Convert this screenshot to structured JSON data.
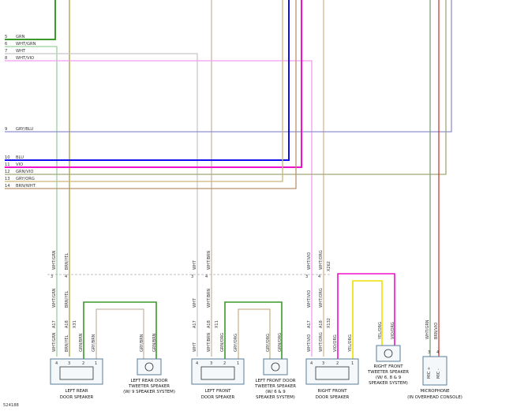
{
  "diagram_id": "524188",
  "rows": [
    {
      "num": "5",
      "label": "GRN",
      "color": "#2e8b2e"
    },
    {
      "num": "6",
      "label": "WHT/GRN",
      "color": "#8fc48f"
    },
    {
      "num": "7",
      "label": "WHT",
      "color": "#bdbdbd"
    },
    {
      "num": "8",
      "label": "WHT/VIO",
      "color": "#ee82ee"
    },
    {
      "num": "9",
      "label": "GRY/BLU",
      "color": "#8a86c9"
    },
    {
      "num": "10",
      "label": "BLU",
      "color": "#1a1aff"
    },
    {
      "num": "11",
      "label": "VIO",
      "color": "#ff1adf"
    },
    {
      "num": "12",
      "label": "GRN/VIO",
      "color": "#9aa06a"
    },
    {
      "num": "13",
      "label": "GRY/ORG",
      "color": "#c8a866"
    },
    {
      "num": "14",
      "label": "BRN/WHT",
      "color": "#b09070"
    }
  ],
  "top_wires": [
    {
      "num": "5",
      "label": "GRN"
    }
  ],
  "components": [
    {
      "id": "left-rear-door-speaker",
      "line1": "LEFT REAR",
      "line2": "DOOR SPEAKER",
      "pins": [
        "4",
        "3",
        "2",
        "1"
      ],
      "wires_upper": [
        "WHT/GRN",
        "BRN/YEL"
      ],
      "wires_lower": [
        "WHT/GRN",
        "BRN/YEL",
        "GRN/BRN",
        "GRY/BRN"
      ],
      "conn_upper": [
        "3",
        "4"
      ],
      "splices": [
        "A17",
        "A18"
      ],
      "upper_ids": [
        "",
        ""
      ],
      "lower_ids": [
        "",
        "",
        "X31",
        ""
      ]
    },
    {
      "id": "left-rear-door-tweeter",
      "line1": "LEFT REAR DOOR",
      "line2": "TWEETER SPEAKER",
      "line3": "(W/ 9 SPEAKER SYSTEM)",
      "wires": [
        "GRY/BRN",
        "GRN/BRN"
      ]
    },
    {
      "id": "left-front-door-speaker",
      "line1": "LEFT FRONT",
      "line2": "DOOR SPEAKER",
      "pins": [
        "4",
        "3",
        "2",
        "1"
      ],
      "wires_upper": [
        "WHT",
        "WHT/BRN"
      ],
      "wires_lower": [
        "WHT",
        "WHT/BRN",
        "GRN/ORG",
        "GRY/ORG"
      ],
      "conn_upper": [
        "3",
        "4"
      ],
      "splices": [
        "A17",
        "A18"
      ],
      "lower_ids": [
        "",
        "",
        "X11",
        ""
      ]
    },
    {
      "id": "left-front-door-tweeter",
      "line1": "LEFT FRONT DOOR",
      "line2": "TWEETER SPEAKER",
      "line3": "(W/ 6 & 9",
      "line4": "SPEAKER SYSTEM)",
      "wires": [
        "GRY/ORG",
        "GRN/ORG"
      ]
    },
    {
      "id": "right-front-door-speaker",
      "line1": "RIGHT FRONT",
      "line2": "DOOR SPEAKER",
      "pins": [
        "4",
        "3",
        "2",
        "1"
      ],
      "wires_upper": [
        "WHT/VIO",
        "WHT/ORG"
      ],
      "wires_lower": [
        "WHT/VIO",
        "WHT/ORG",
        "VIO/ORG",
        "YEL/ORG"
      ],
      "conn_upper": [
        "3",
        "4"
      ],
      "splices": [
        "A17",
        "A18"
      ],
      "upper_ids": [
        "",
        "X262"
      ],
      "lower_ids": [
        "",
        "",
        "X132",
        ""
      ]
    },
    {
      "id": "right-front-tweeter",
      "line1": "RIGHT FRONT",
      "line2": "TWEETER SPEAKER",
      "line3": "(W/ 6, 8 & 9",
      "line4": "SPEAKER SYSTEM)",
      "wires": [
        "YEL/ORG",
        "VIO/ORG"
      ]
    },
    {
      "id": "microphone",
      "line1": "MICROPHONE",
      "line2": "(IN OVERHEAD CONSOLE)",
      "pins": [
        "3",
        "4"
      ],
      "wires": [
        "WHT/GRN",
        "BRN/VIO"
      ],
      "terminals": [
        "MIC +",
        "MIC -"
      ]
    }
  ],
  "colors": {
    "grn": "#3a9a2a",
    "wht_grn": "#9cd09c",
    "wht": "#c8c8c8",
    "wht_vio": "#f09cf0",
    "gry_blu": "#8f8fd0",
    "blu": "#1010ee",
    "vio": "#ee10cc",
    "grn_vio": "#a0a878",
    "gry_org": "#cdb37a",
    "brn_wht": "#b8926a",
    "brn_yel": "#a8a040",
    "yel": "#f0e000",
    "mic_red": "#d03a2a",
    "mic_grn": "#7da07d",
    "frame": "#5a7d9a"
  }
}
